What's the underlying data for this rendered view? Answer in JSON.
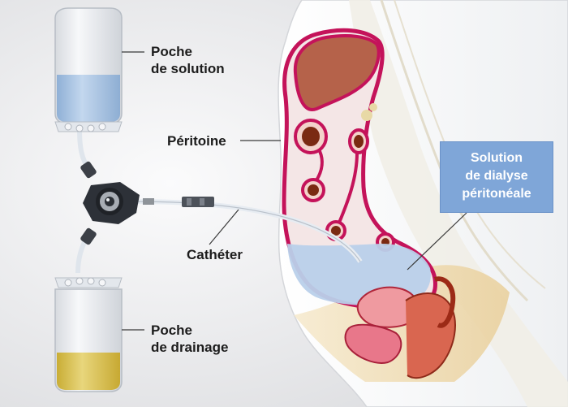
{
  "labels": {
    "solution_bag_line1": "Poche",
    "solution_bag_line2": "de solution",
    "drainage_bag_line1": "Poche",
    "drainage_bag_line2": "de drainage",
    "peritoneum": "Péritoine",
    "catheter": "Cathéter",
    "dialysis_line1": "Solution",
    "dialysis_line2": "de dialyse",
    "dialysis_line3": "péritonéale"
  },
  "colors": {
    "background": "#e9eaec",
    "peritoneum_line": "#c4135a",
    "liver": "#b5624a",
    "dialysis_fluid": "#b9d0ea",
    "callout_box": "#7fa6d8",
    "solution_fluid": "#a9c4e0",
    "drainage_fluid": "#d8c35a"
  }
}
